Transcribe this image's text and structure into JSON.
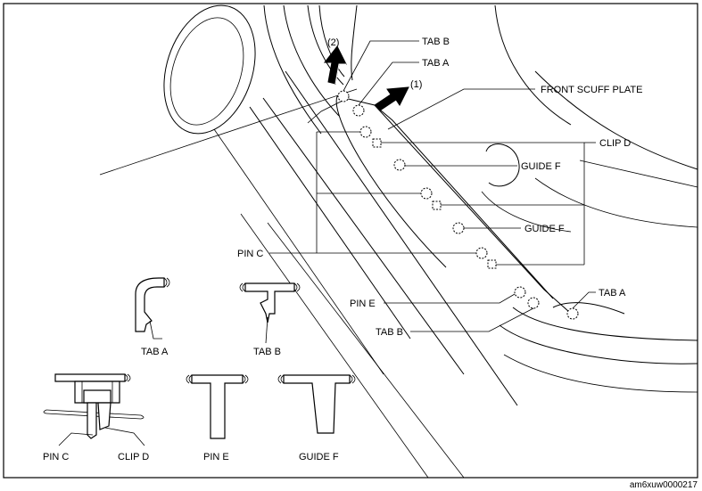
{
  "callouts": {
    "tab_b": "TAB B",
    "tab_a": "TAB A",
    "front_scuff_plate": "FRONT SCUFF PLATE",
    "clip_d": "CLIP D",
    "guide_f_1": "GUIDE F",
    "guide_f_2": "GUIDE F",
    "pin_c": "PIN C",
    "tab_a_right": "TAB A",
    "pin_e": "PIN E",
    "tab_b_lower": "TAB B"
  },
  "steps": {
    "step_2": "(2)",
    "step_1": "(1)"
  },
  "details": {
    "tab_a": "TAB A",
    "tab_b": "TAB B",
    "pin_c": "PIN C",
    "clip_d": "CLIP D",
    "pin_e": "PIN E",
    "guide_f": "GUIDE F"
  },
  "figure_id": "am6xuw0000217"
}
